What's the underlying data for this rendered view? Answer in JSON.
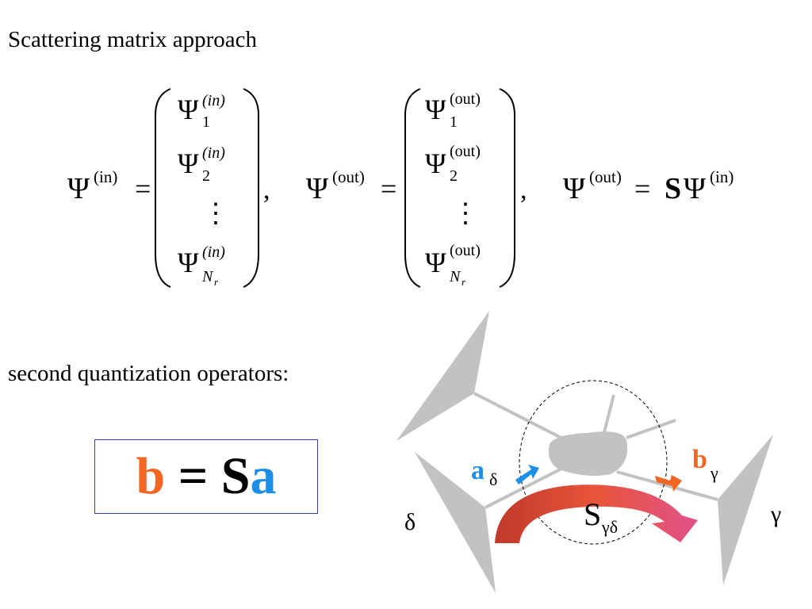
{
  "title": "Scattering matrix approach",
  "subtitle": "second quantization operators:",
  "equations": {
    "psi": "Ψ",
    "sup_in": "(in)",
    "sup_out": "(out)",
    "sup_in_italic": "(in)",
    "sub_1": "1",
    "sub_2": "2",
    "sub_N": "N",
    "sub_r": "r",
    "equals": "=",
    "comma": ",",
    "bold_S": "S",
    "vdots": "⋮"
  },
  "box_equation": {
    "b": "b",
    "equals": " = ",
    "S": "S",
    "a": "a",
    "b_color": "#f26522",
    "a_color": "#1e8fe6",
    "border_color": "#3a3ab8"
  },
  "diagram": {
    "a_label": "a",
    "a_sub": "δ",
    "b_label": "b",
    "b_sub": "γ",
    "S_label": "S",
    "S_sub": "γδ",
    "left_lead": "δ",
    "right_lead": "γ",
    "gray_color": "#c2c2c2",
    "a_color": "#1e8fe6",
    "b_color": "#f26522"
  }
}
